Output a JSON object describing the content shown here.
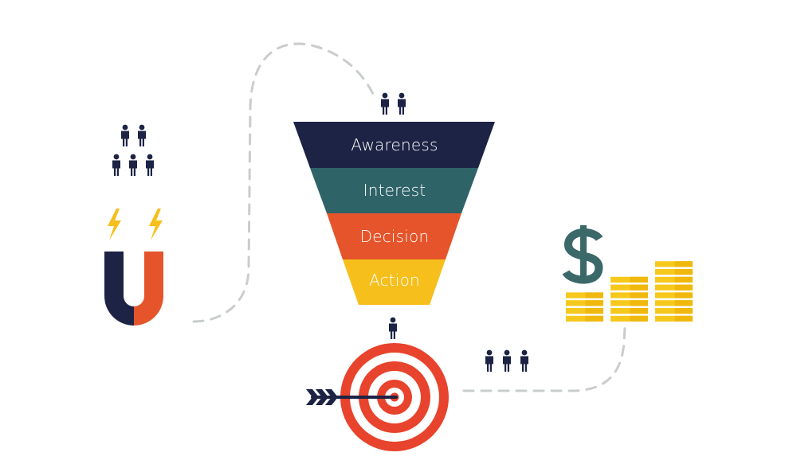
{
  "funnel": {
    "stages": [
      {
        "label": "Awareness",
        "color": "#1c2344"
      },
      {
        "label": "Interest",
        "color": "#2e6368"
      },
      {
        "label": "Decision",
        "color": "#e5542a"
      },
      {
        "label": "Action",
        "color": "#f6bf1c"
      }
    ]
  },
  "colors": {
    "navy": "#1c2344",
    "teal": "#2e6368",
    "orange": "#e5542a",
    "yellow": "#f6bf1c",
    "target_red": "#e8432c",
    "dollar": "#3b6868",
    "coin": "#f6c81b",
    "coin_shade": "#f0b80c",
    "path": "#c9cdcb"
  },
  "icons": {
    "magnet": "magnet-icon",
    "lightning": "lightning-icon",
    "people": "people-icon",
    "target": "target-icon",
    "arrow": "arrow-icon",
    "dollar": "dollar-sign-icon",
    "coins": "coin-stack-icon"
  }
}
